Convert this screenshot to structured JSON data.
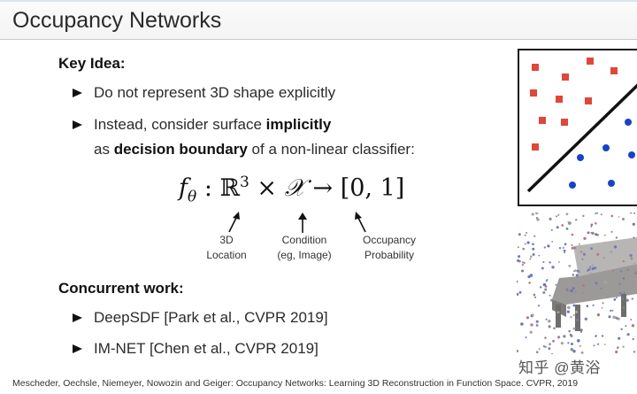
{
  "slide": {
    "title": "Occupancy Networks",
    "key_idea": {
      "heading": "Key Idea:",
      "bullet1": "Do not represent 3D shape explicitly",
      "bullet2_line1_prefix": "Instead, consider surface ",
      "bullet2_line1_bold": "implicitly",
      "bullet2_line2_prefix": "as ",
      "bullet2_line2_bold": "decision boundary",
      "bullet2_line2_suffix": " of a non-linear classifier:"
    },
    "formula": {
      "f": "f",
      "theta": "θ",
      "colon": ":",
      "R": "ℝ",
      "cube": "3",
      "times": "×",
      "X": "𝒳",
      "arrow": "→",
      "range": "[0, 1]"
    },
    "annotations": [
      {
        "line1": "3D",
        "line2": "Location"
      },
      {
        "line1": "Condition",
        "line2": "(eg, Image)"
      },
      {
        "line1": "Occupancy",
        "line2": "Probability"
      }
    ],
    "concurrent": {
      "heading": "Concurrent work:",
      "items": [
        "DeepSDF [Park et al., CVPR 2019]",
        "IM-NET [Chen et al., CVPR 2019]"
      ]
    },
    "citation": "Mescheder, Oechsle, Niemeyer, Nowozin and Geiger: Occupancy Networks: Learning 3D Reconstruction in Function Space. CVPR, 2019",
    "watermark": "知乎 @黄浴"
  },
  "colors": {
    "square": "#e0463a",
    "circle": "#1843c8",
    "text": "#2b2b2b"
  }
}
